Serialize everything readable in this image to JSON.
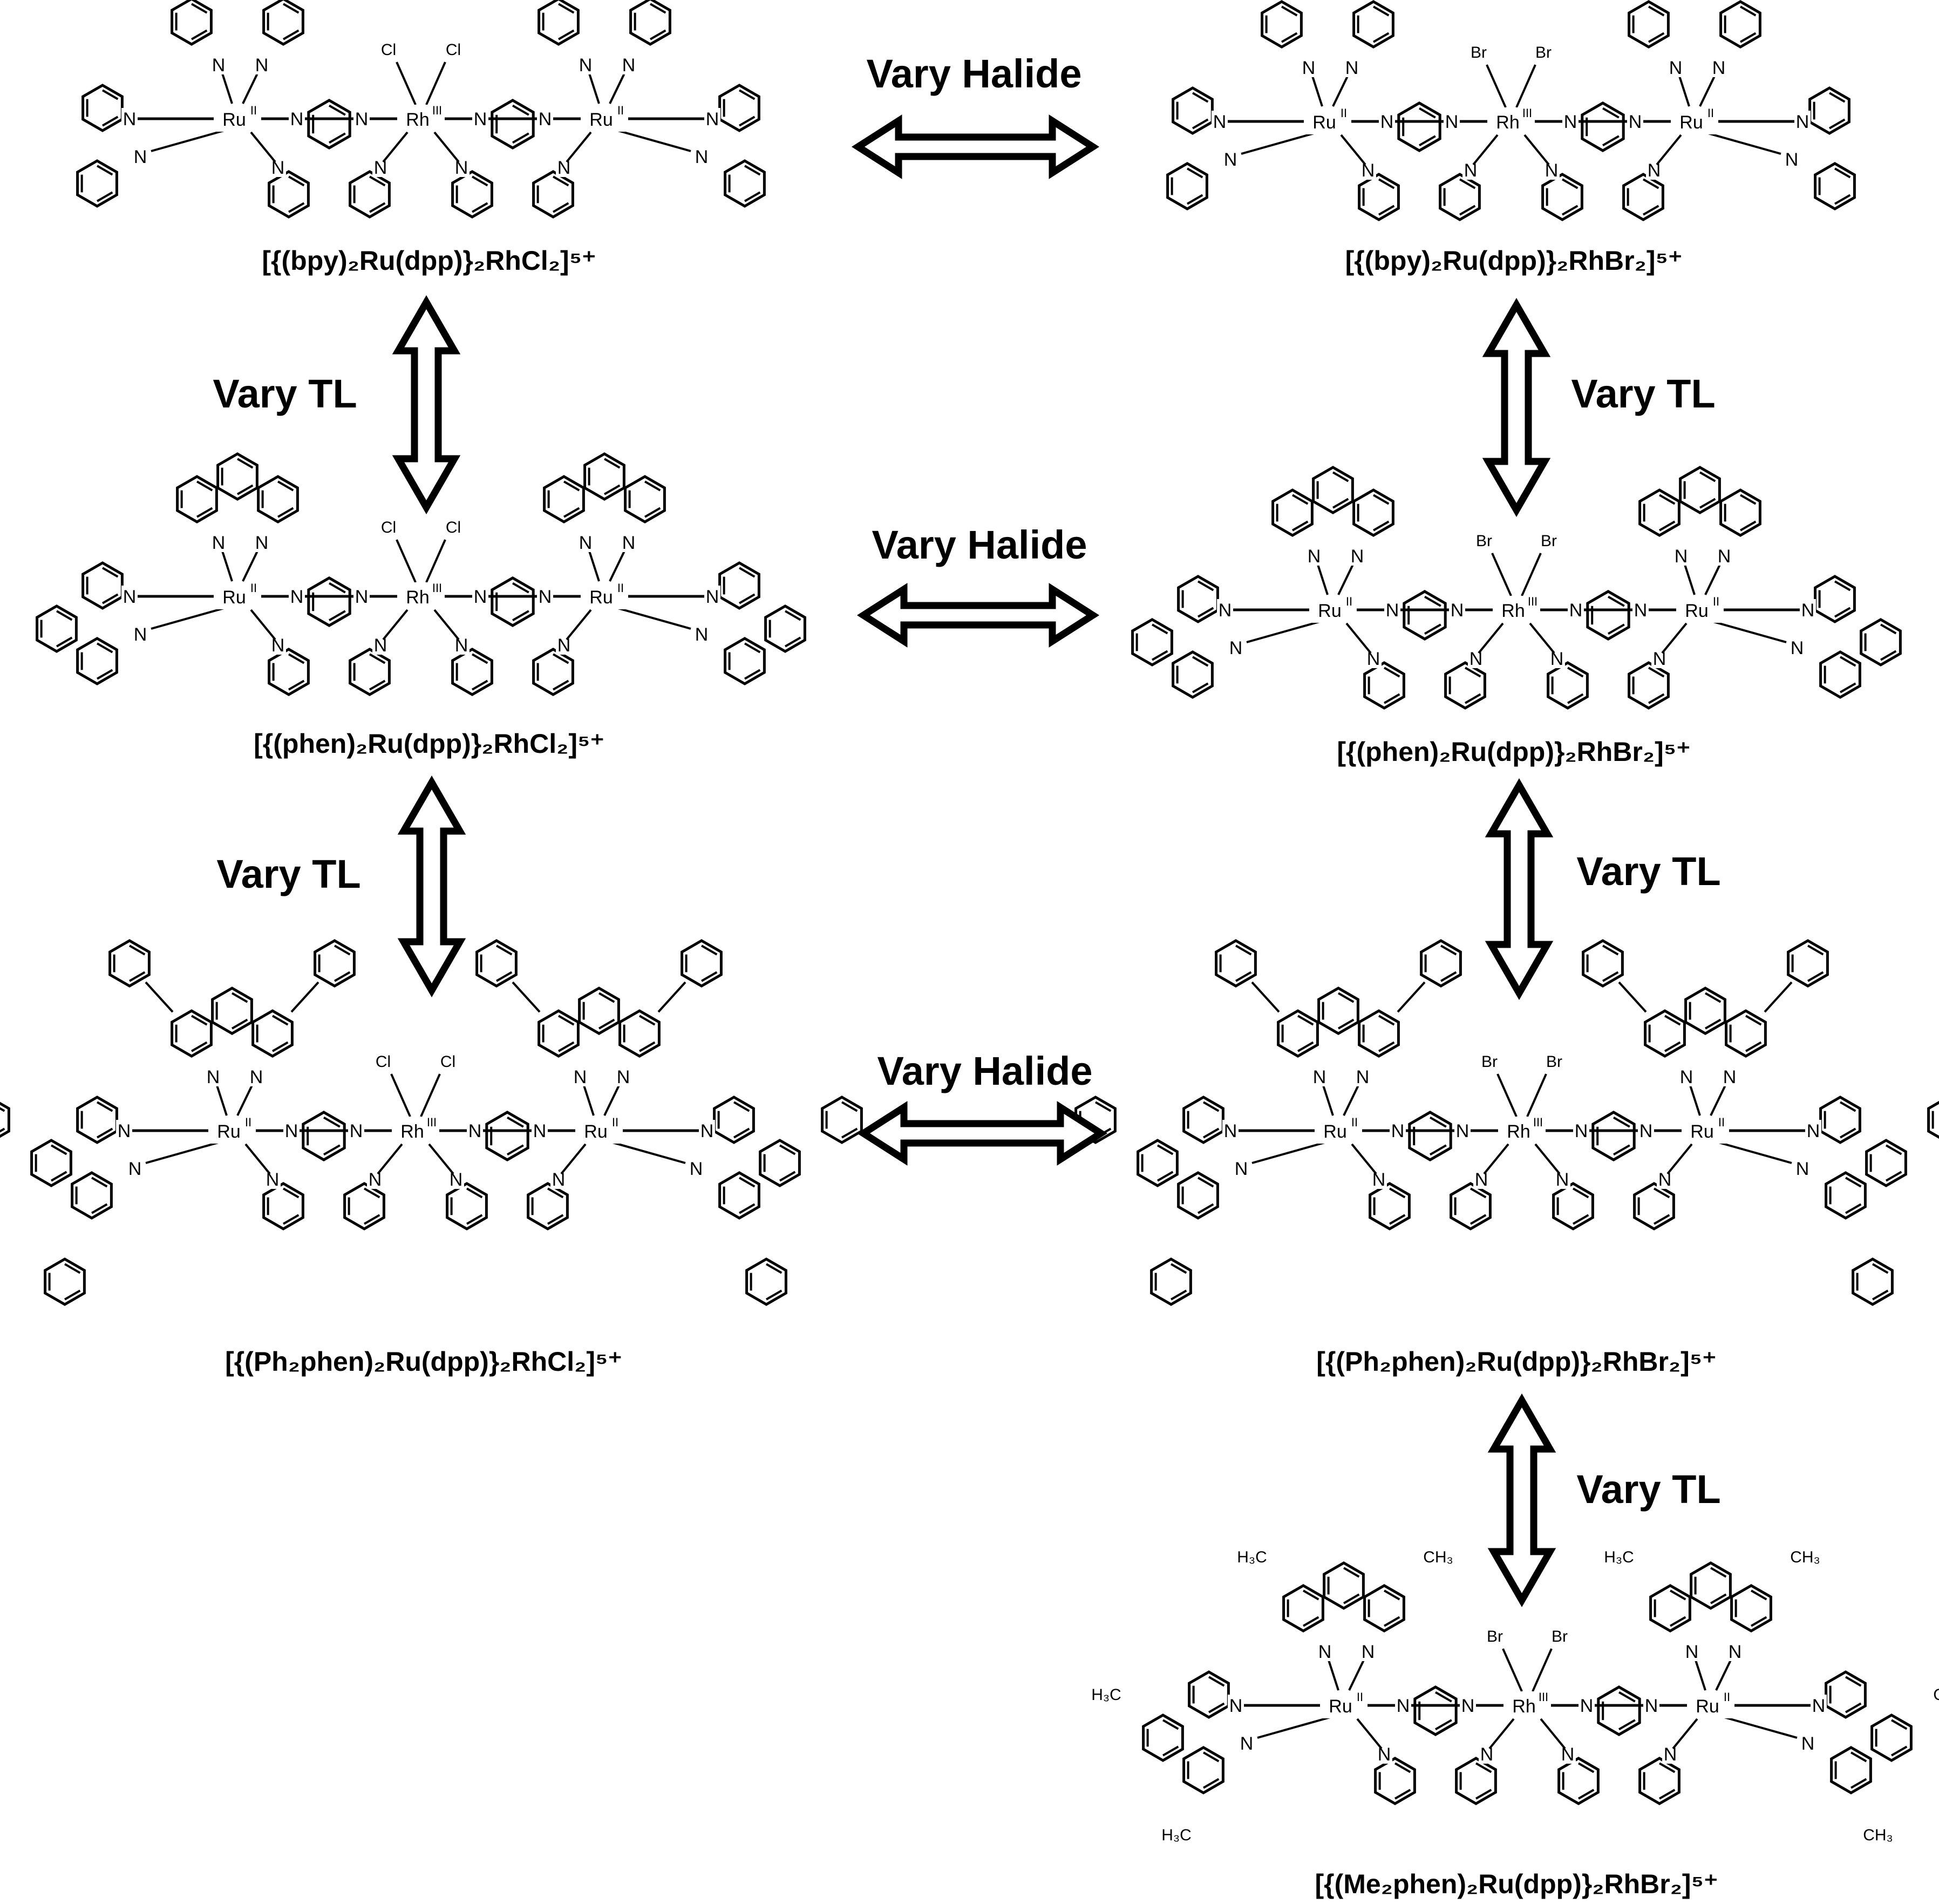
{
  "labels": {
    "vary_halide": "Vary Halide",
    "vary_tl": "Vary TL"
  },
  "atoms": {
    "ru": "Ru",
    "rh": "Rh",
    "n": "N",
    "cl": "Cl",
    "br": "Br",
    "ox_ru": "II",
    "ox_rh": "III",
    "h3c": "H₃C",
    "ch3": "CH₃"
  },
  "complexes": [
    {
      "name": "bpy-cl",
      "formula": "[{(bpy)₂Ru(dpp)}₂RhCl₂]⁵⁺"
    },
    {
      "name": "bpy-br",
      "formula": "[{(bpy)₂Ru(dpp)}₂RhBr₂]⁵⁺"
    },
    {
      "name": "phen-cl",
      "formula": "[{(phen)₂Ru(dpp)}₂RhCl₂]⁵⁺"
    },
    {
      "name": "phen-br",
      "formula": "[{(phen)₂Ru(dpp)}₂RhBr₂]⁵⁺"
    },
    {
      "name": "ph2phen-cl",
      "formula": "[{(Ph₂phen)₂Ru(dpp)}₂RhCl₂]⁵⁺"
    },
    {
      "name": "ph2phen-br",
      "formula": "[{(Ph₂phen)₂Ru(dpp)}₂RhBr₂]⁵⁺"
    },
    {
      "name": "me2phen-br",
      "formula": "[{(Me₂phen)₂Ru(dpp)}₂RhBr₂]⁵⁺"
    }
  ]
}
